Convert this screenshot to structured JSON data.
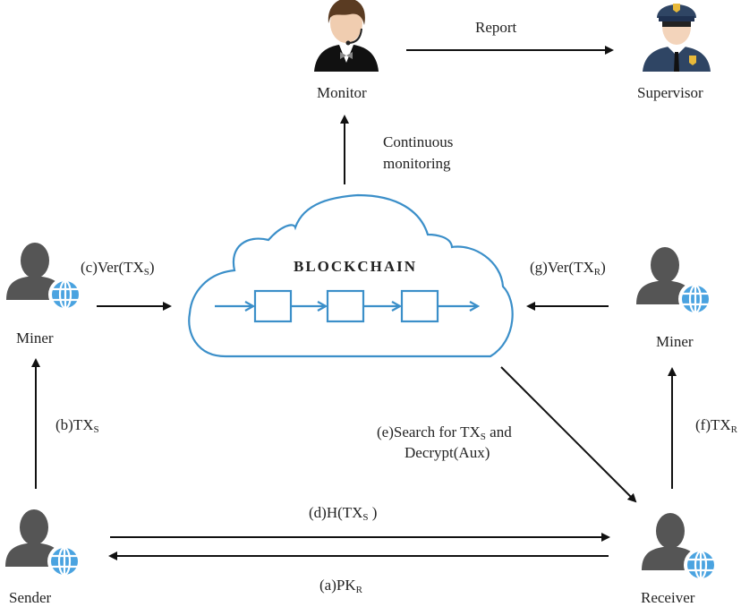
{
  "diagram": {
    "title": "Blockchain transaction monitoring flow",
    "colors": {
      "accent": "#3b8fc9",
      "globe": "#4aa3e0",
      "person": "#555555",
      "arrow": "#111111",
      "police_uniform": "#2f4564"
    },
    "nodes": {
      "monitor": {
        "label": "Monitor",
        "icon": "headset-person-icon"
      },
      "supervisor": {
        "label": "Supervisor",
        "icon": "police-officer-icon"
      },
      "miner_left": {
        "label": "Miner",
        "icon": "user-globe-icon"
      },
      "miner_right": {
        "label": "Miner",
        "icon": "user-globe-icon"
      },
      "sender": {
        "label": "Sender",
        "icon": "user-globe-icon"
      },
      "receiver": {
        "label": "Receiver",
        "icon": "user-globe-icon"
      },
      "blockchain": {
        "label": "BLOCKCHAIN",
        "icon": "cloud-icon",
        "block_count": 3
      }
    },
    "edges": {
      "report": {
        "label": "Report",
        "from": "Monitor",
        "to": "Supervisor"
      },
      "continuous": {
        "line1": "Continuous",
        "line2": "monitoring",
        "from": "BLOCKCHAIN",
        "to": "Monitor"
      },
      "a": {
        "prefix": "(a)PK",
        "sub": "R",
        "suffix": "",
        "from": "Receiver",
        "to": "Sender"
      },
      "b": {
        "prefix": "(b)TX",
        "sub": "S",
        "suffix": "",
        "from": "Sender",
        "to": "Miner"
      },
      "c": {
        "prefix": "(c)Ver(TX",
        "sub": "S",
        "suffix": ")",
        "from": "Miner",
        "to": "BLOCKCHAIN"
      },
      "d": {
        "prefix": "(d)H(TX",
        "sub": "S",
        "suffix": " )",
        "from": "Sender",
        "to": "Receiver"
      },
      "e": {
        "prefix": "(e)Search for TX",
        "sub": "S",
        "suffix": " and",
        "line2": "Decrypt(Aux)",
        "from": "BLOCKCHAIN",
        "to": "Receiver"
      },
      "f": {
        "prefix": "(f)TX",
        "sub": "R",
        "suffix": "",
        "from": "Receiver",
        "to": "Miner"
      },
      "g": {
        "prefix": "(g)Ver(TX",
        "sub": "R",
        "suffix": ")",
        "from": "Miner",
        "to": "BLOCKCHAIN"
      }
    }
  }
}
